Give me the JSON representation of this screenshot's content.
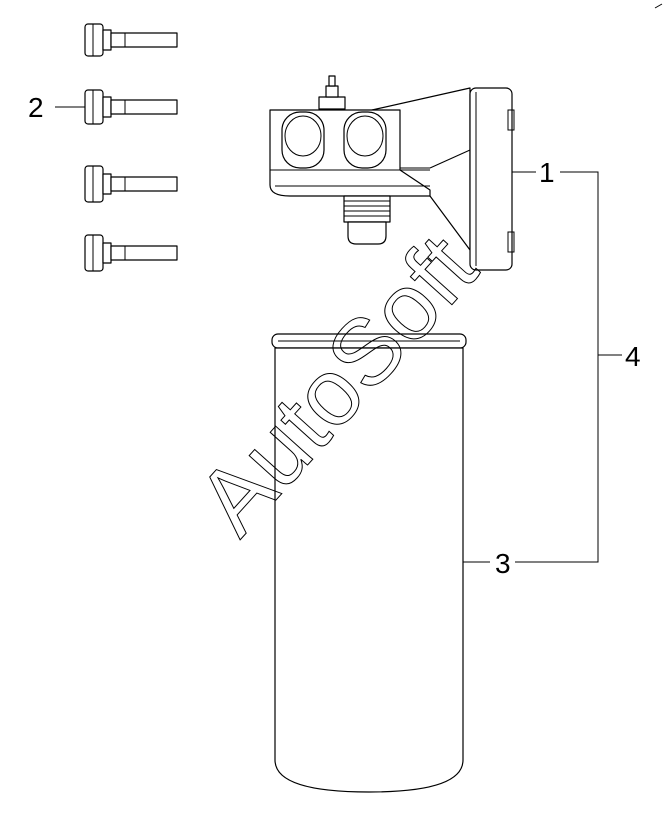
{
  "diagram": {
    "callouts": [
      {
        "id": "1",
        "label": "1"
      },
      {
        "id": "2",
        "label": "2"
      },
      {
        "id": "3",
        "label": "3"
      },
      {
        "id": "4",
        "label": "4"
      }
    ],
    "watermark": "AutoSoft",
    "parts": [
      "oil-filter-head-bracket",
      "flange-bolt",
      "oil-filter-cartridge"
    ],
    "colors": {
      "line": "#000000",
      "background": "#ffffff"
    }
  }
}
